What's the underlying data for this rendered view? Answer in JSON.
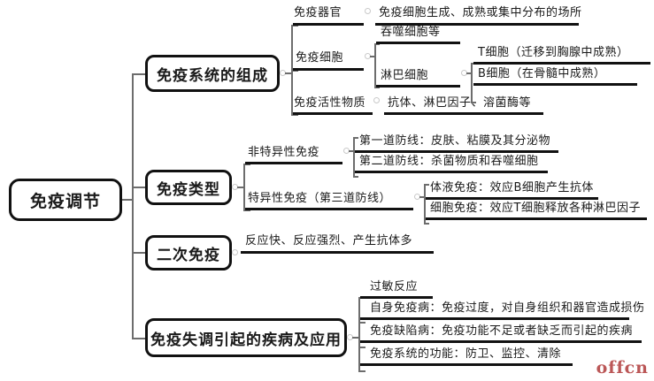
{
  "diagram": {
    "title": "免疫调节",
    "watermark": "offcn",
    "root": {
      "label": "免疫调节"
    },
    "branches": [
      {
        "id": "composition",
        "label": "免疫系统的组成",
        "children": [
          {
            "label": "免疫器官",
            "detail": "免疫细胞生成、成熟或集中分布的场所"
          },
          {
            "label": "免疫细胞",
            "subchildren": [
              {
                "label": "吞噬细胞等"
              },
              {
                "label": "淋巴细胞",
                "subchildren": [
                  {
                    "label": "T细胞（迁移到胸腺中成熟）"
                  },
                  {
                    "label": "B细胞（在骨髓中成熟）"
                  }
                ]
              }
            ]
          },
          {
            "label": "免疫活性物质",
            "detail": "抗体、淋巴因子、溶菌酶等"
          }
        ]
      },
      {
        "id": "types",
        "label": "免疫类型",
        "children": [
          {
            "label": "非特异性免疫",
            "subchildren": [
              {
                "label": "第一道防线：皮肤、粘膜及其分泌物"
              },
              {
                "label": "第二道防线：杀菌物质和吞噬细胞"
              }
            ]
          },
          {
            "label": "特异性免疫（第三道防线）",
            "subchildren": [
              {
                "label": "体液免疫：效应B细胞产生抗体"
              },
              {
                "label": "细胞免疫：效应T细胞释放各种淋巴因子"
              }
            ]
          }
        ]
      },
      {
        "id": "secondary",
        "label": "二次免疫",
        "children": [
          {
            "label": "反应快、反应强烈、产生抗体多"
          }
        ]
      },
      {
        "id": "disorders",
        "label": "免疫失调引起的疾病及应用",
        "children": [
          {
            "label": "过敏反应"
          },
          {
            "label": "自身免疫病：免疫过度，对自身组织和器官造成损伤"
          },
          {
            "label": "免疫缺陷病：免疫功能不足或者缺乏而引起的疾病"
          },
          {
            "label": "免疫系统的功能：防卫、监控、清除"
          }
        ]
      }
    ],
    "colors": {
      "stroke": "#111111",
      "connector": "#6d6d6d",
      "text": "#1a1a1a",
      "background": "#ffffff",
      "watermark": "#b03a3a"
    }
  }
}
